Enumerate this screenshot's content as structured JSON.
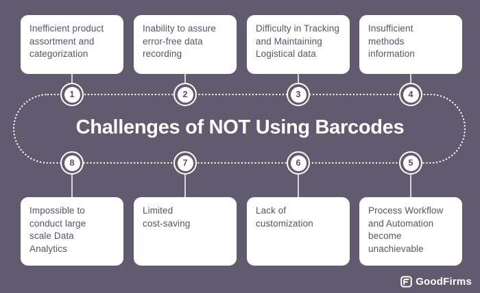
{
  "title": "Challenges of NOT Using Barcodes",
  "colors": {
    "background": "#615b6f",
    "card_background": "#ffffff",
    "card_text": "#595266",
    "line": "#ffffff"
  },
  "top_items": [
    {
      "number": "1",
      "text": "Inefficient product\nassortment and\ncategorization"
    },
    {
      "number": "2",
      "text": "Inability to assure\nerror-free data\nrecording"
    },
    {
      "number": "3",
      "text": "Difficulty in Tracking\nand Maintaining\nLogistical data"
    },
    {
      "number": "4",
      "text": "Insufficient\nmethods\ninformation"
    }
  ],
  "bottom_items": [
    {
      "number": "8",
      "text": "Impossible to\nconduct large\nscale Data\nAnalytics"
    },
    {
      "number": "7",
      "text": "Limited\ncost-saving"
    },
    {
      "number": "6",
      "text": "Lack of\ncustomization"
    },
    {
      "number": "5",
      "text": "Process Workflow\nand Automation\nbecome\nunachievable"
    }
  ],
  "footer": {
    "brand": "GoodFirms",
    "icon": "goodfirms-logo-icon"
  }
}
